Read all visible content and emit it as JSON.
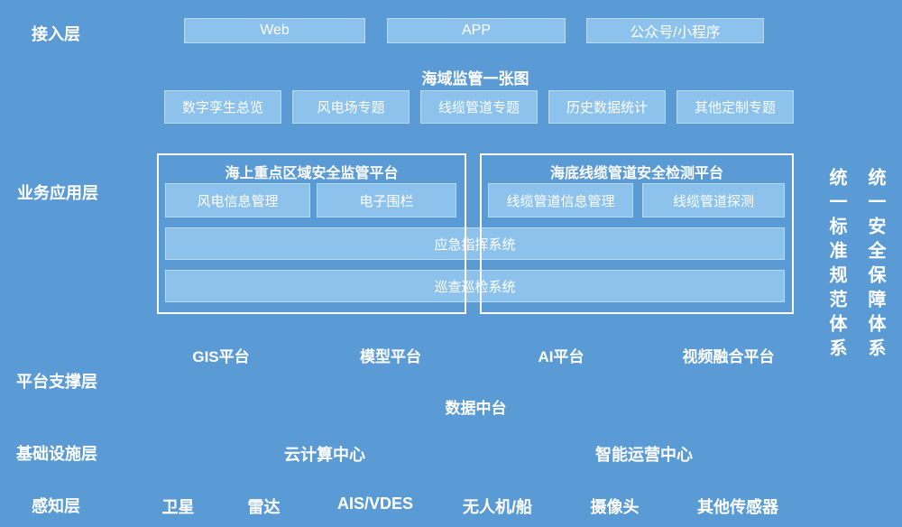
{
  "layers": {
    "access": "接入层",
    "business": "业务应用层",
    "platform": "平台支撑层",
    "infrastructure": "基础设施层",
    "perception": "感知层"
  },
  "access_row": {
    "web": "Web",
    "app": "APP",
    "wechat": "公众号/小程序"
  },
  "map_section": {
    "title": "海域监管一张图",
    "topics": [
      "数字孪生总览",
      "风电场专题",
      "线缆管道专题",
      "历史数据统计",
      "其他定制专题"
    ]
  },
  "panels": [
    {
      "title": "海上重点区域安全监管平台",
      "modules": [
        "风电信息管理",
        "电子围栏"
      ]
    },
    {
      "title": "海底线缆管道安全检测平台",
      "modules": [
        "线缆管道信息管理",
        "线缆管道探测"
      ]
    }
  ],
  "shared_systems": [
    "应急指挥系统",
    "巡查巡检系统"
  ],
  "side_systems": [
    "统一标准规范体系",
    "统一安全保障体系"
  ],
  "platform_row": [
    "GIS平台",
    "模型平台",
    "AI平台",
    "视频融合平台"
  ],
  "data_middle_platform": "数据中台",
  "infrastructure_row": [
    "云计算中心",
    "智能运营中心"
  ],
  "perception_row": [
    "卫星",
    "雷达",
    "AIS/VDES",
    "无人机/船",
    "摄像头",
    "其他传感器"
  ],
  "colors": {
    "background": "#5b9bd5",
    "box_fill": "#8cc2eb",
    "panel_border": "#ffffff",
    "text": "#ffffff"
  }
}
